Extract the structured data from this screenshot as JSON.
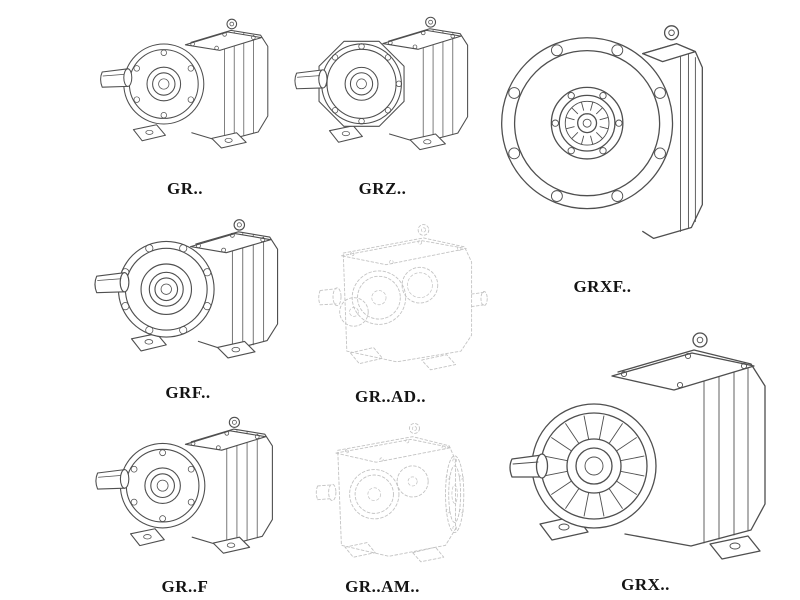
{
  "page": {
    "background": "#ffffff",
    "line_color": "#4f4f4f",
    "faded_line_color": "#c3c3c3",
    "label_color": "#141414"
  },
  "figures": [
    {
      "label": "GR.."
    },
    {
      "label": "GRZ.."
    },
    {
      "label": "GRXF.."
    },
    {
      "label": "GRF.."
    },
    {
      "label": "GR..AD.."
    },
    {
      "label": "GRX.."
    },
    {
      "label": "GR..F"
    },
    {
      "label": "GR..AM.."
    }
  ]
}
